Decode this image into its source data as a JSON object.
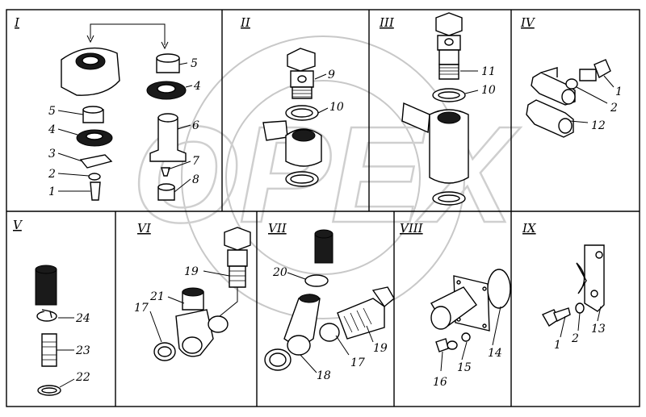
{
  "watermark": "OPEX",
  "panels": [
    {
      "id": "I",
      "labels": [
        "5",
        "4",
        "5",
        "4",
        "3",
        "2",
        "1",
        "6",
        "7",
        "8"
      ]
    },
    {
      "id": "II",
      "labels": [
        "9",
        "10"
      ]
    },
    {
      "id": "III",
      "labels": [
        "11",
        "10"
      ]
    },
    {
      "id": "IV",
      "labels": [
        "1",
        "2",
        "12"
      ]
    },
    {
      "id": "V",
      "labels": [
        "24",
        "23",
        "22"
      ]
    },
    {
      "id": "VI",
      "labels": [
        "19",
        "21",
        "17"
      ]
    },
    {
      "id": "VII",
      "labels": [
        "20",
        "17",
        "19",
        "18"
      ]
    },
    {
      "id": "VIII",
      "labels": [
        "14",
        "15",
        "16"
      ]
    },
    {
      "id": "IX",
      "labels": [
        "1",
        "2",
        "13"
      ]
    }
  ]
}
